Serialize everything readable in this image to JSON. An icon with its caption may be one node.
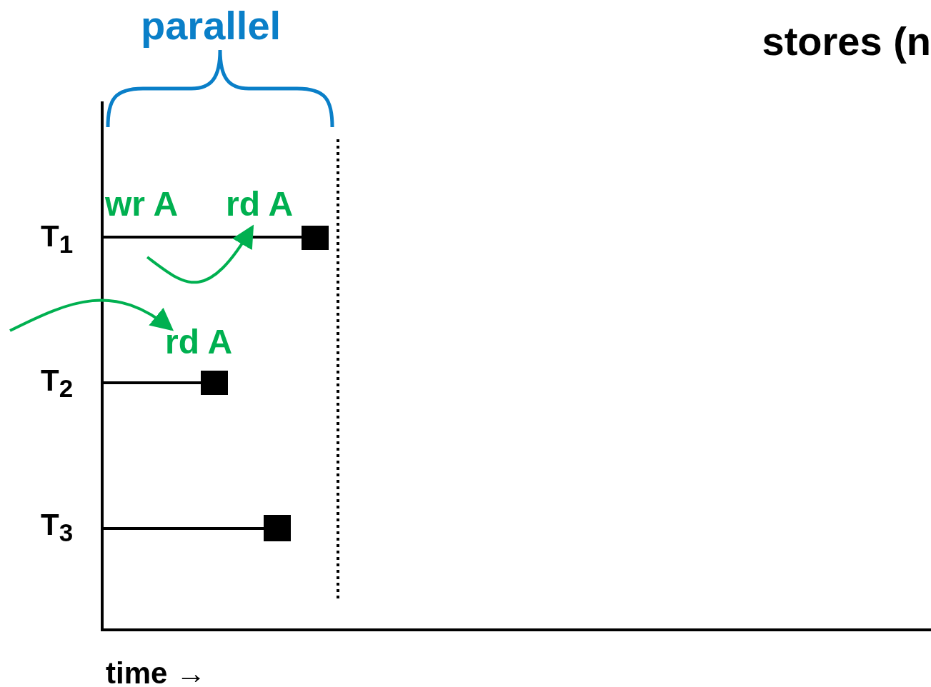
{
  "diagram": {
    "nodes": [
      {
        "text": [
          "wr A"
        ]
      },
      {
        "text": [
          "rd A"
        ]
      },
      {
        "text": [
          "rd A"
        ]
      }
    ],
    "edges": [
      {
        "from": 0,
        "to": 1,
        "arrow": "to"
      },
      {
        "from": null,
        "to": 2,
        "arrow": "to"
      }
    ],
    "labels": [
      "parallel",
      "stores (n",
      "T$_{1}$",
      "T$_{2}$",
      "T$_{3}$",
      "time →"
    ]
  }
}
